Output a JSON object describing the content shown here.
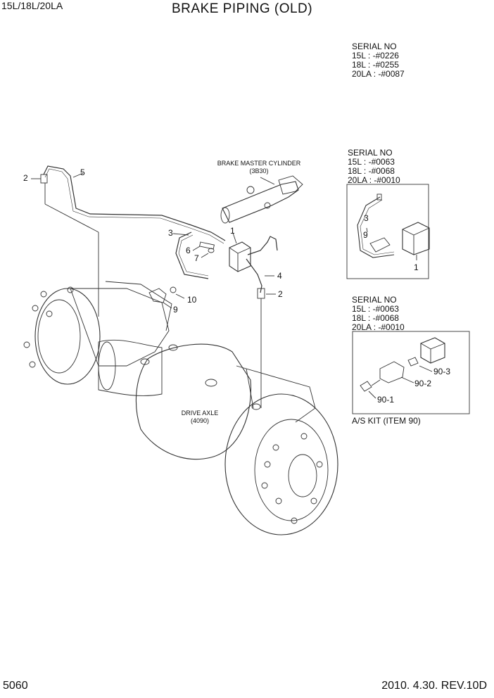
{
  "header": {
    "model": "15L/18L/20LA",
    "title": "BRAKE PIPING (OLD)"
  },
  "serial_blocks": [
    {
      "heading": "SERIAL NO",
      "lines": [
        "15L : -#0226",
        "18L : -#0255",
        "20LA : -#0087"
      ]
    },
    {
      "heading": "SERIAL NO",
      "lines": [
        "15L : -#0063",
        "18L : -#0068",
        "20LA : -#0010"
      ]
    },
    {
      "heading": "SERIAL NO",
      "lines": [
        "15L : -#0063",
        "18L : -#0068",
        "20LA : -#0010"
      ]
    }
  ],
  "components": {
    "master_cylinder": {
      "name": "BRAKE MASTER CYLINDER",
      "ref": "(3B30)"
    },
    "drive_axle": {
      "name": "DRIVE AXLE",
      "ref": "(4090)"
    }
  },
  "callouts": {
    "main": [
      "2",
      "5",
      "3",
      "6",
      "7",
      "1",
      "4",
      "10",
      "9",
      "2"
    ],
    "inset_old": [
      "3",
      "9",
      "1"
    ],
    "kit": [
      "90-3",
      "90-2",
      "90-1"
    ]
  },
  "kit_caption": "A/S KIT (ITEM 90)",
  "footer": {
    "page": "5060",
    "revision": "2010. 4.30.  REV.10D"
  }
}
